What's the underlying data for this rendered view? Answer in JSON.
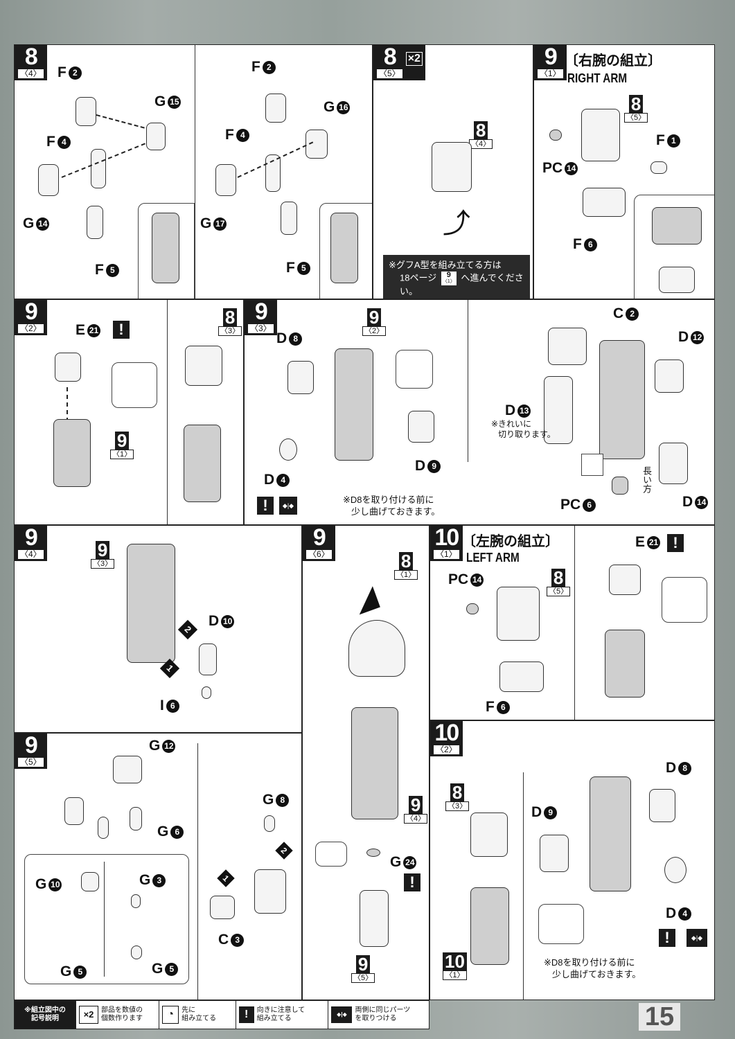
{
  "page_number": "15",
  "steps": {
    "s8_4": {
      "step": "8",
      "sub": "〈4〉",
      "left_labels": {
        "f2": [
          "F",
          "2"
        ],
        "g15": [
          "G",
          "15"
        ],
        "f4": [
          "F",
          "4"
        ],
        "g14": [
          "G",
          "14"
        ],
        "f5": [
          "F",
          "5"
        ]
      },
      "right_labels": {
        "f2": [
          "F",
          "2"
        ],
        "g16": [
          "G",
          "16"
        ],
        "f4": [
          "F",
          "4"
        ],
        "g17": [
          "G",
          "17"
        ],
        "f5": [
          "F",
          "5"
        ]
      }
    },
    "s8_5": {
      "step": "8",
      "sub": "〈5〉",
      "multiplier": "×2",
      "ref": {
        "num": "8",
        "sub": "〈4〉"
      },
      "note_line1": "※グフA型を組み立てる方は",
      "note_line2_pre": "18ページ",
      "note_ref": {
        "num": "9",
        "sub": "〈1〉"
      },
      "note_line2_post": "へ進んでください。"
    },
    "s9_1": {
      "step": "9",
      "sub": "〈1〉",
      "title_jp": "〔右腕の組立〕",
      "title_en": "RIGHT ARM",
      "ref": {
        "num": "8",
        "sub": "〈5〉"
      },
      "labels": {
        "f1": [
          "F",
          "1"
        ],
        "pc14": [
          "PC",
          "14"
        ],
        "f6": [
          "F",
          "6"
        ]
      }
    },
    "s9_2": {
      "step": "9",
      "sub": "〈2〉",
      "labels": {
        "e21": [
          "E",
          "21"
        ]
      },
      "ref_a": {
        "num": "9",
        "sub": "〈1〉"
      },
      "ref_b": {
        "num": "8",
        "sub": "〈3〉"
      }
    },
    "s9_3": {
      "step": "9",
      "sub": "〈3〉",
      "ref": {
        "num": "9",
        "sub": "〈2〉"
      },
      "labels": {
        "d8": [
          "D",
          "8"
        ],
        "d9": [
          "D",
          "9"
        ],
        "d4": [
          "D",
          "4"
        ],
        "c2": [
          "C",
          "2"
        ],
        "d12": [
          "D",
          "12"
        ],
        "d13": [
          "D",
          "13"
        ],
        "d14": [
          "D",
          "14"
        ],
        "pc6": [
          "PC",
          "6"
        ]
      },
      "note_d13": [
        "※きれいに",
        "切り取ります。"
      ],
      "note_bend": [
        "※D8を取り付ける前に",
        "少し曲げておきます。"
      ],
      "note_long": "長い方"
    },
    "s9_4": {
      "step": "9",
      "sub": "〈4〉",
      "ref": {
        "num": "9",
        "sub": "〈3〉"
      },
      "labels": {
        "d10": [
          "D",
          "10"
        ],
        "i6": [
          "I",
          "6"
        ]
      },
      "order": [
        "1",
        "2"
      ]
    },
    "s9_6": {
      "step": "9",
      "sub": "〈6〉",
      "ref_top": {
        "num": "8",
        "sub": "〈1〉"
      },
      "ref_mid": {
        "num": "9",
        "sub": "〈4〉"
      },
      "ref_bot": {
        "num": "9",
        "sub": "〈5〉"
      },
      "labels": {
        "g24": [
          "G",
          "24"
        ]
      }
    },
    "s9_5": {
      "step": "9",
      "sub": "〈5〉",
      "labels": {
        "g12": [
          "G",
          "12"
        ],
        "g6": [
          "G",
          "6"
        ],
        "g8": [
          "G",
          "8"
        ],
        "g10": [
          "G",
          "10"
        ],
        "g3": [
          "G",
          "3"
        ],
        "g5a": [
          "G",
          "5"
        ],
        "g5b": [
          "G",
          "5"
        ],
        "c3": [
          "C",
          "3"
        ]
      },
      "order": [
        "1",
        "2"
      ]
    },
    "s10_1": {
      "step": "10",
      "sub": "〈1〉",
      "title_jp": "〔左腕の組立〕",
      "title_en": "LEFT ARM",
      "ref": {
        "num": "8",
        "sub": "〈5〉"
      },
      "labels": {
        "pc14": [
          "PC",
          "14"
        ],
        "f6": [
          "F",
          "6"
        ],
        "e21": [
          "E",
          "21"
        ]
      }
    },
    "s10_2": {
      "step": "10",
      "sub": "〈2〉",
      "ref_a": {
        "num": "8",
        "sub": "〈3〉"
      },
      "ref_b": {
        "num": "10",
        "sub": "〈1〉"
      },
      "labels": {
        "d8": [
          "D",
          "8"
        ],
        "d9": [
          "D",
          "9"
        ],
        "d4": [
          "D",
          "4"
        ]
      },
      "note_bend": [
        "※D8を取り付ける前に",
        "少し曲げておきます。"
      ]
    }
  },
  "legend": {
    "heading": [
      "※組立図中の",
      "記号説明"
    ],
    "items": [
      {
        "icon": "×2",
        "icon_name": "multiply-icon",
        "text": [
          "部品を数値の",
          "個数作ります"
        ]
      },
      {
        "icon": "◔",
        "icon_name": "assemble-first-icon",
        "text": [
          "先に",
          "組み立てる"
        ]
      },
      {
        "icon": "!",
        "icon_name": "caution-icon",
        "text": [
          "向きに注意して",
          "組み立てる"
        ]
      },
      {
        "icon": "◆|◆",
        "icon_name": "both-sides-icon",
        "text": [
          "両側に同じパーツ",
          "を取りつける"
        ]
      }
    ]
  },
  "colors": {
    "ink": "#1b1b1b",
    "paper": "#ffffff",
    "background": "#9aa39f"
  }
}
